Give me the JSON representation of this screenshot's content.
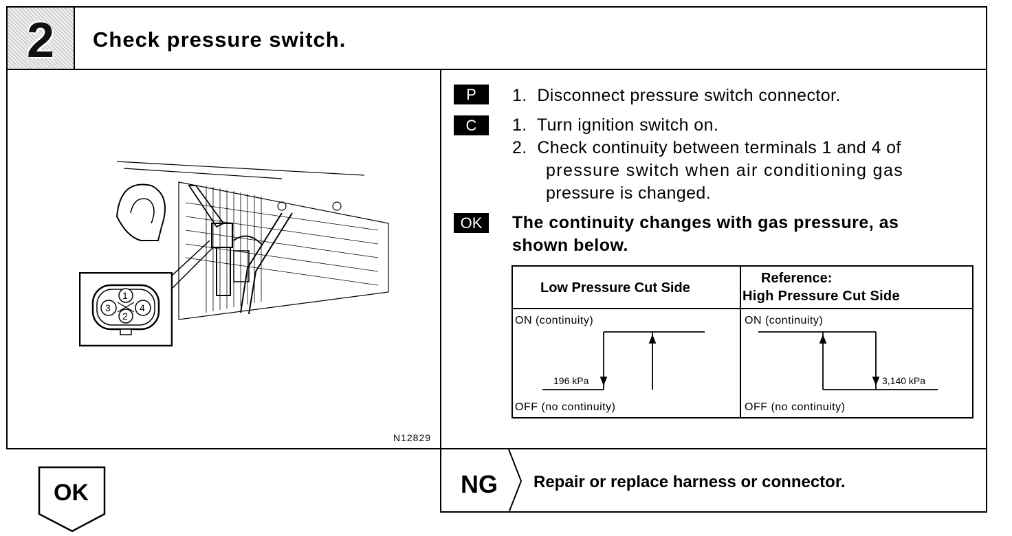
{
  "step": {
    "number": "2",
    "title": "Check pressure switch."
  },
  "figure": {
    "label": "N12829",
    "connector_terminals": [
      "1",
      "2",
      "3",
      "4"
    ]
  },
  "prepare": {
    "tag": "P",
    "steps": [
      "1.  Disconnect pressure switch connector."
    ]
  },
  "check": {
    "tag": "C",
    "steps": [
      "1.  Turn ignition switch on.",
      "2.  Check continuity between terminals 1 and 4 of",
      "pressure switch when air conditioning gas",
      "pressure is changed."
    ]
  },
  "ok_criteria": {
    "tag": "OK",
    "lines": [
      "The continuity changes with gas pressure, as",
      "shown below."
    ]
  },
  "table": {
    "col1_header": "Low Pressure Cut Side",
    "col2_header_line1": "Reference:",
    "col2_header_line2": "High Pressure Cut Side",
    "on_label": "ON (continuity)",
    "off_label": "OFF (no continuity)",
    "low_value": "196 kPa",
    "high_value": "3,140 kPa"
  },
  "result_ok": {
    "label": "OK"
  },
  "result_ng": {
    "label": "NG",
    "action": "Repair or replace harness or connector."
  }
}
